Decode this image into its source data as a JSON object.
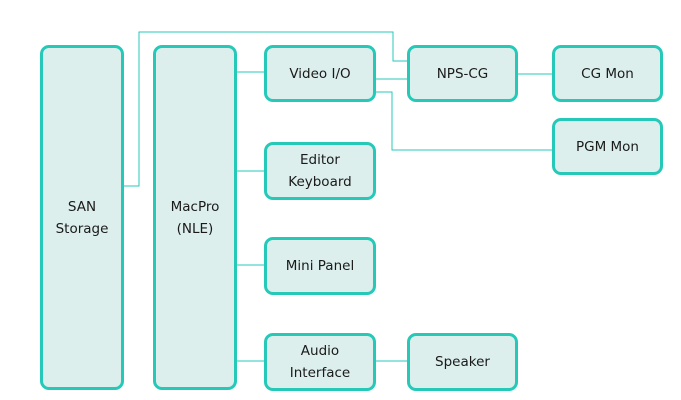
{
  "colors": {
    "node_fill": "#dcefed",
    "node_border": "#26c9b8",
    "connector": "#26c9b8",
    "text": "#1a1a1a"
  },
  "nodes": {
    "san_storage": "SAN\nStorage",
    "macpro": "MacPro\n(NLE)",
    "video_io": "Video I/O",
    "editor_keyboard": "Editor\nKeyboard",
    "mini_panel": "Mini Panel",
    "audio_interface": "Audio\nInterface",
    "nps_cg": "NPS-CG",
    "cg_mon": "CG Mon",
    "pgm_mon": "PGM Mon",
    "speaker": "Speaker"
  }
}
